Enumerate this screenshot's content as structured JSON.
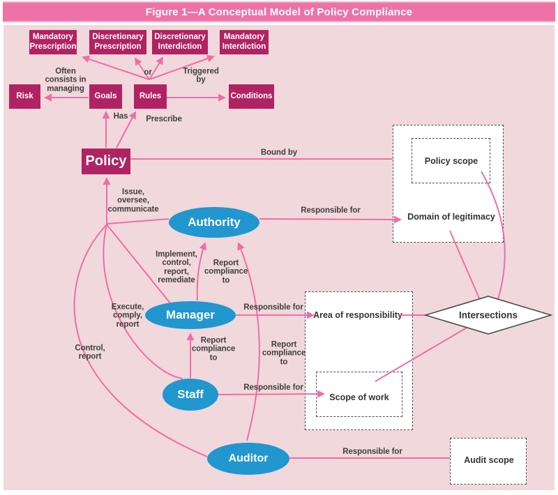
{
  "figure": {
    "title": "Figure 1—A Conceptual Model of Policy Compliance"
  },
  "nodes": {
    "mandatory_prescription": "Mandatory\nPrescription",
    "discretionary_prescription": "Discretionary\nPrescription",
    "discretionary_interdiction": "Discretionary\nInterdiction",
    "mandatory_interdiction": "Mandatory\nInterdiction",
    "risk": "Risk",
    "goals": "Goals",
    "rules": "Rules",
    "conditions": "Conditions",
    "policy": "Policy",
    "authority": "Authority",
    "manager": "Manager",
    "staff": "Staff",
    "auditor": "Auditor",
    "policy_scope": "Policy scope",
    "domain_of_legitimacy": "Domain of legitimacy",
    "area_of_responsibility": "Area of responsibility",
    "scope_of_work": "Scope of work",
    "audit_scope": "Audit scope",
    "intersections": "Intersections"
  },
  "edge_labels": {
    "or": "or",
    "often_consists": "Often\nconsists in\nmanaging",
    "triggered_by": "Triggered\nby",
    "has": "Has",
    "prescribe": "Prescribe",
    "bound_by": "Bound by",
    "issue_oversee": "Issue,\noversee,\ncommunicate",
    "implement": "Implement,\ncontrol,\nreport,\nremediate",
    "report_compliance_manager": "Report\ncompliance\nto",
    "report_compliance_staff": "Report\ncompliance\nto",
    "report_compliance_auditor": "Report\ncompliance\nto",
    "execute_comply": "Execute,\ncomply,\nreport",
    "control_report": "Control,\nreport",
    "responsible_for_authority": "Responsible for",
    "responsible_for_manager": "Responsible for",
    "responsible_for_staff": "Responsible for",
    "responsible_for_auditor": "Responsible for"
  },
  "colors": {
    "title_bar": "#ee72a6",
    "panel_background": "#f1d8dc",
    "node_box": "#b02362",
    "actor_ellipse": "#2196cf",
    "edge_pink": "#ef6da4",
    "label_text": "#3f3f3f",
    "dashed_border": "#4a4a4a"
  }
}
